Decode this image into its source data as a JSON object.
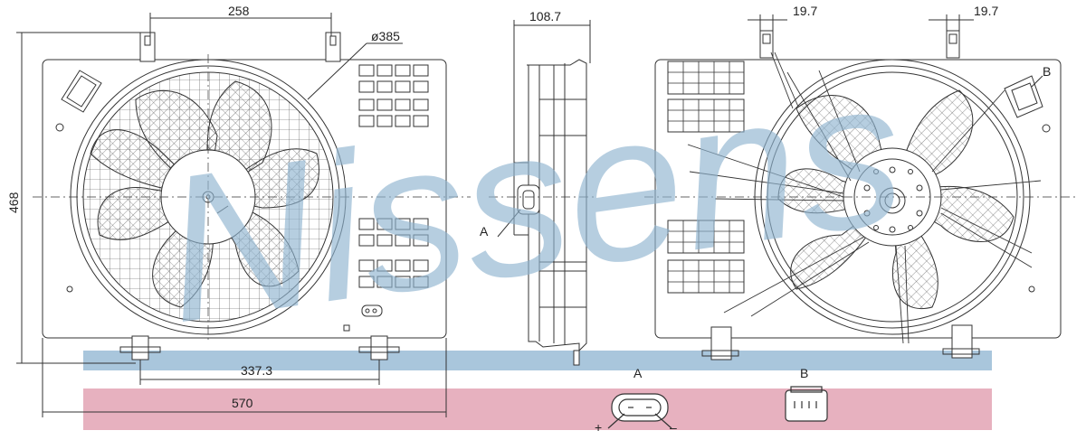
{
  "watermark_text": "Nissens",
  "dimensions": {
    "top_width": "258",
    "fan_diameter": "ø385",
    "height": "468",
    "bottom_mount": "337.3",
    "overall_width": "570",
    "depth": "108.7",
    "side_a": "19.7",
    "side_b": "19.7"
  },
  "callouts": {
    "a": "A",
    "b": "B"
  },
  "connectors": {
    "a_label": "A",
    "b_label": "B",
    "plus": "+",
    "minus": "–"
  },
  "colors": {
    "watermark": "#8fb3cf",
    "blue_band": "#a9c6dc",
    "pink_band": "#e7b1bf",
    "line": "#333333"
  }
}
